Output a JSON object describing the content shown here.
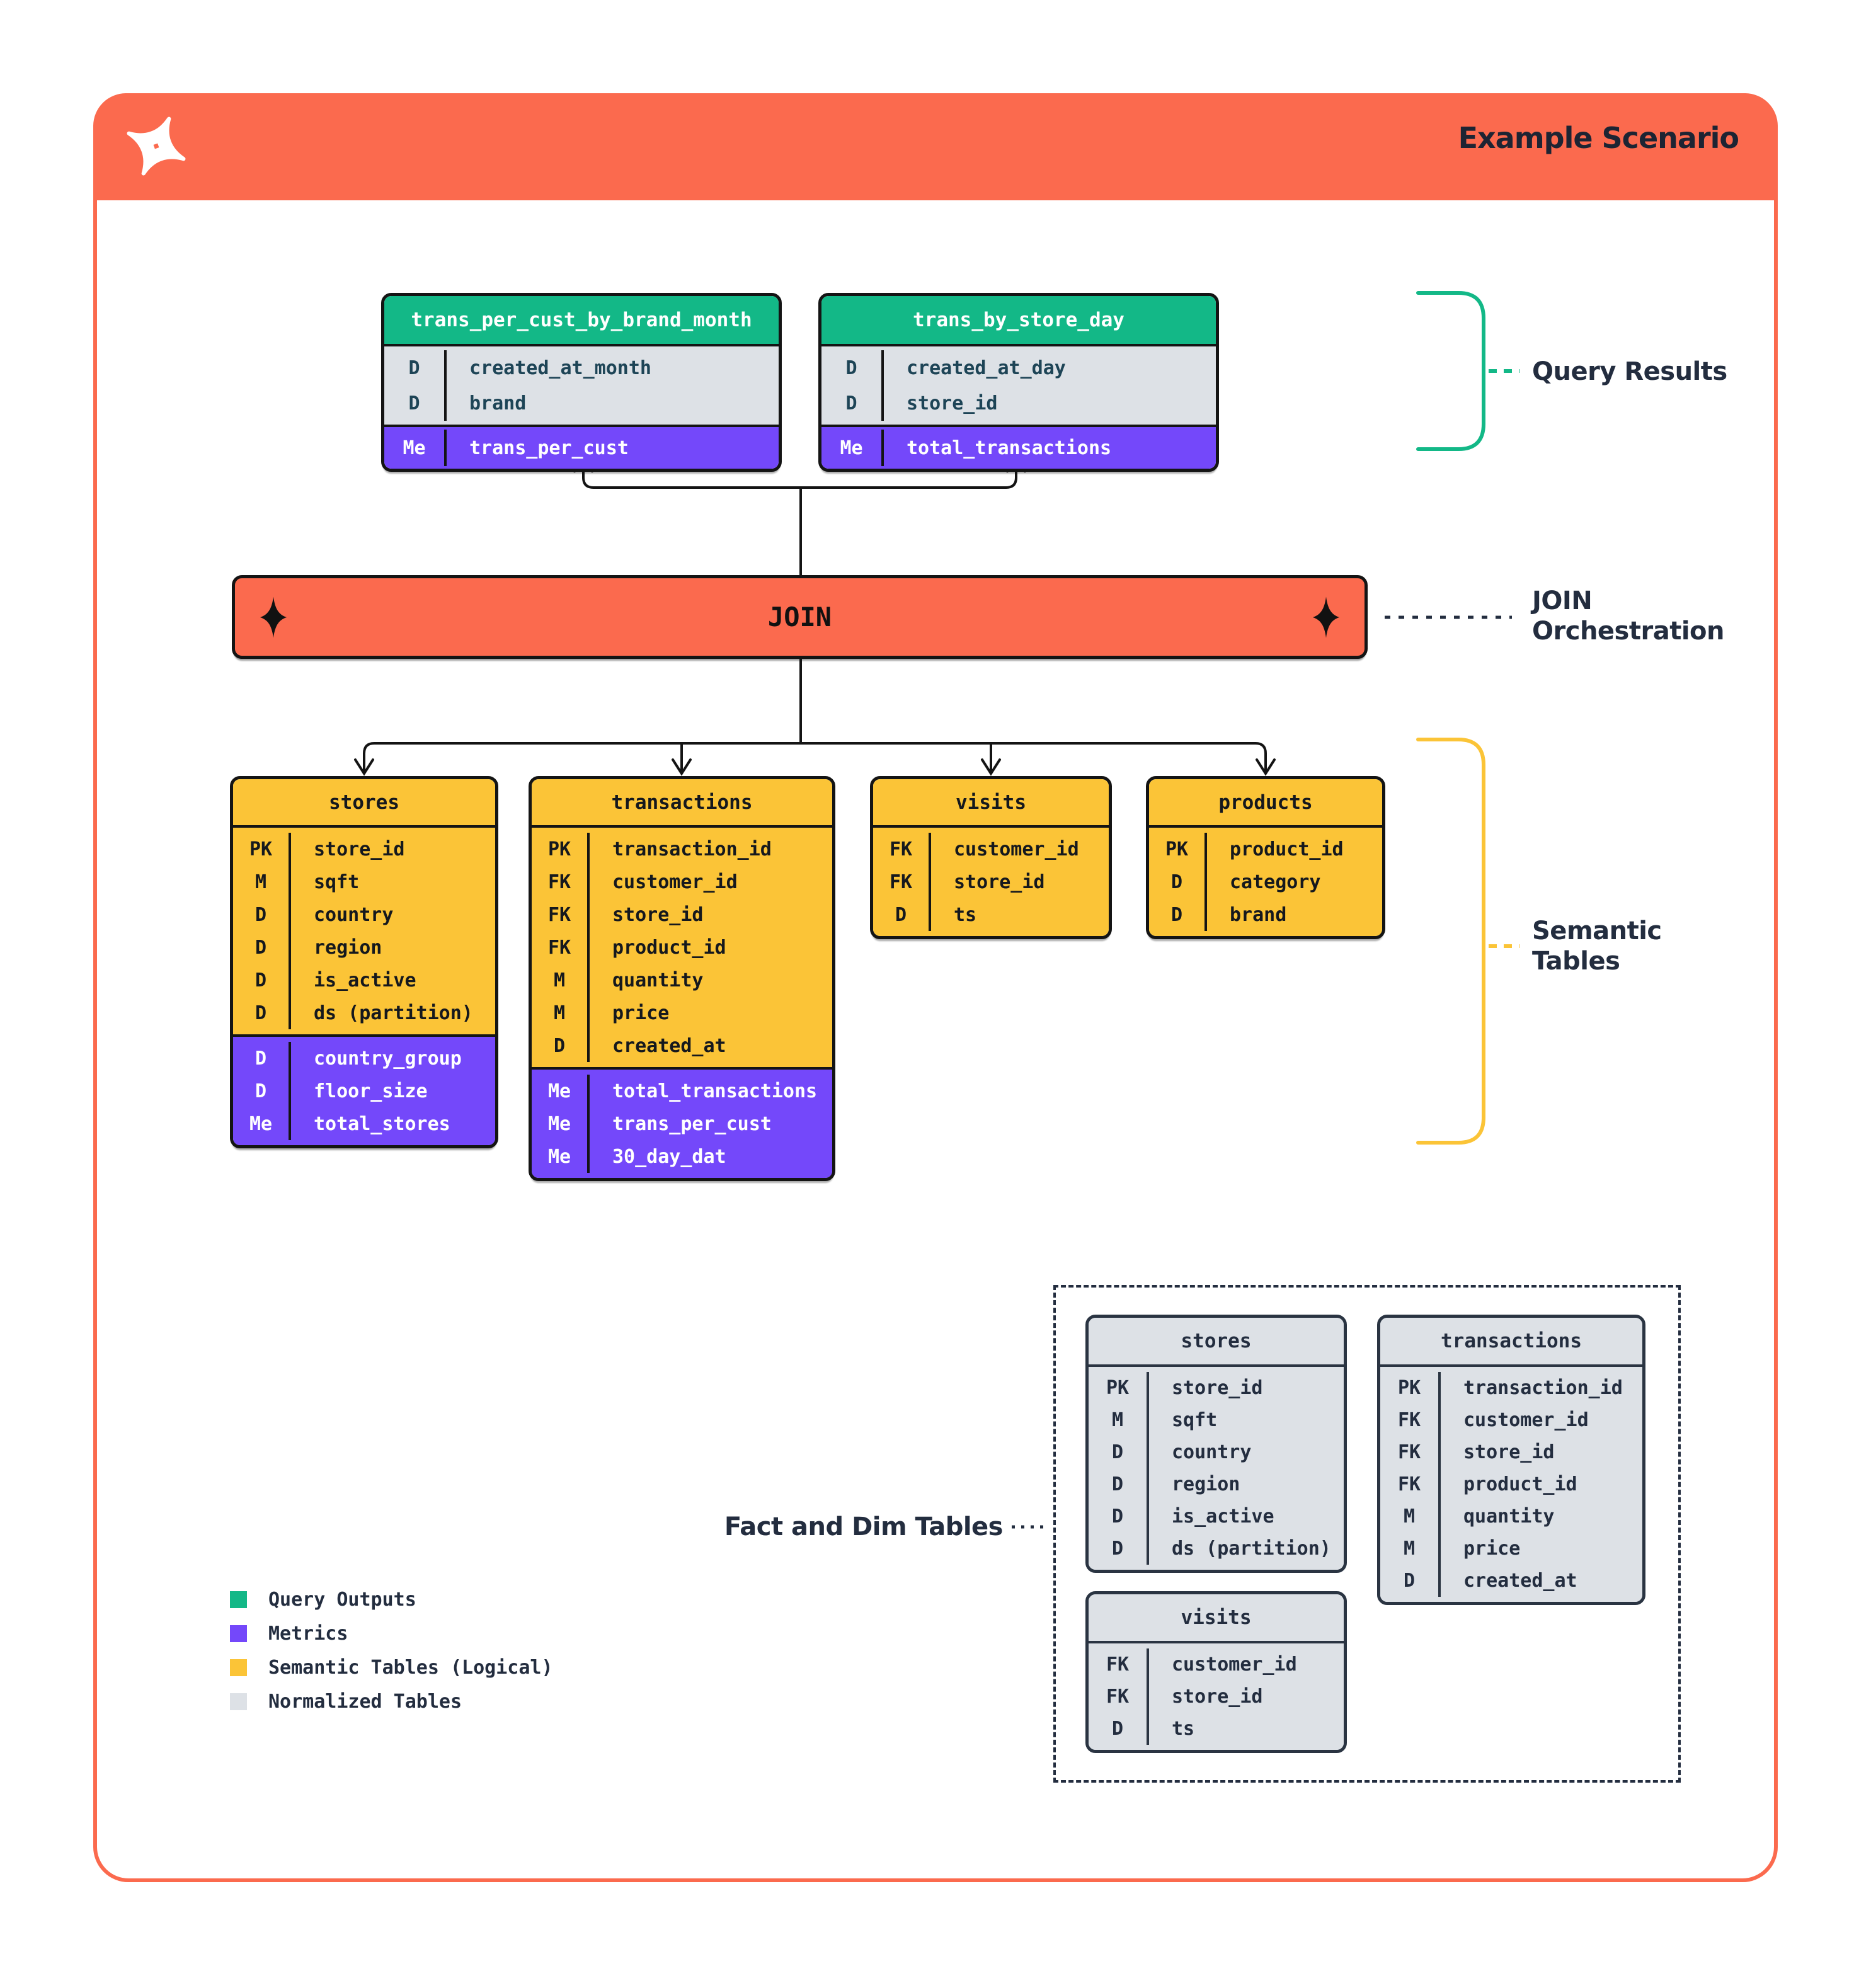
{
  "colors": {
    "orange": "#FB6A4E",
    "green": "#13B887",
    "purple": "#7448FA",
    "yellow": "#FBC437",
    "gray": "#DDE1E6",
    "ink": "#141414",
    "navy": "#232D3F",
    "teal": "#1D4456"
  },
  "header": {
    "title": "Example Scenario"
  },
  "join": {
    "label": "JOIN"
  },
  "annotations": {
    "query_results": "Query Results",
    "join_orchestration_line1": "JOIN",
    "join_orchestration_line2": "Orchestration",
    "semantic_tables_line1": "Semantic",
    "semantic_tables_line2": "Tables",
    "fact_and_dim": "Fact and Dim Tables"
  },
  "query_result_tables": [
    {
      "name": "trans_per_cust_by_brand_month",
      "dims": [
        {
          "k": "D",
          "n": "created_at_month"
        },
        {
          "k": "D",
          "n": "brand"
        }
      ],
      "metrics": [
        {
          "k": "Me",
          "n": "trans_per_cust"
        }
      ]
    },
    {
      "name": "trans_by_store_day",
      "dims": [
        {
          "k": "D",
          "n": "created_at_day"
        },
        {
          "k": "D",
          "n": "store_id"
        }
      ],
      "metrics": [
        {
          "k": "Me",
          "n": "total_transactions"
        }
      ]
    }
  ],
  "semantic_tables": [
    {
      "name": "stores",
      "dims": [
        {
          "k": "PK",
          "n": "store_id"
        },
        {
          "k": "M",
          "n": "sqft"
        },
        {
          "k": "D",
          "n": "country"
        },
        {
          "k": "D",
          "n": "region"
        },
        {
          "k": "D",
          "n": "is_active"
        },
        {
          "k": "D",
          "n": "ds (partition)"
        }
      ],
      "metrics": [
        {
          "k": "D",
          "n": "country_group"
        },
        {
          "k": "D",
          "n": "floor_size"
        },
        {
          "k": "Me",
          "n": "total_stores"
        }
      ]
    },
    {
      "name": "transactions",
      "dims": [
        {
          "k": "PK",
          "n": "transaction_id"
        },
        {
          "k": "FK",
          "n": "customer_id"
        },
        {
          "k": "FK",
          "n": "store_id"
        },
        {
          "k": "FK",
          "n": "product_id"
        },
        {
          "k": "M",
          "n": "quantity"
        },
        {
          "k": "M",
          "n": "price"
        },
        {
          "k": "D",
          "n": "created_at"
        }
      ],
      "metrics": [
        {
          "k": "Me",
          "n": "total_transactions"
        },
        {
          "k": "Me",
          "n": "trans_per_cust"
        },
        {
          "k": "Me",
          "n": "30_day_dat"
        }
      ]
    },
    {
      "name": "visits",
      "dims": [
        {
          "k": "FK",
          "n": "customer_id"
        },
        {
          "k": "FK",
          "n": "store_id"
        },
        {
          "k": "D",
          "n": "ts"
        }
      ],
      "metrics": []
    },
    {
      "name": "products",
      "dims": [
        {
          "k": "PK",
          "n": "product_id"
        },
        {
          "k": "D",
          "n": "category"
        },
        {
          "k": "D",
          "n": "brand"
        }
      ],
      "metrics": []
    }
  ],
  "normalized_tables": [
    {
      "name": "stores",
      "dims": [
        {
          "k": "PK",
          "n": "store_id"
        },
        {
          "k": "M",
          "n": "sqft"
        },
        {
          "k": "D",
          "n": "country"
        },
        {
          "k": "D",
          "n": "region"
        },
        {
          "k": "D",
          "n": "is_active"
        },
        {
          "k": "D",
          "n": "ds (partition)"
        }
      ],
      "metrics": []
    },
    {
      "name": "transactions",
      "dims": [
        {
          "k": "PK",
          "n": "transaction_id"
        },
        {
          "k": "FK",
          "n": "customer_id"
        },
        {
          "k": "FK",
          "n": "store_id"
        },
        {
          "k": "FK",
          "n": "product_id"
        },
        {
          "k": "M",
          "n": "quantity"
        },
        {
          "k": "M",
          "n": "price"
        },
        {
          "k": "D",
          "n": "created_at"
        }
      ],
      "metrics": []
    },
    {
      "name": "visits",
      "dims": [
        {
          "k": "FK",
          "n": "customer_id"
        },
        {
          "k": "FK",
          "n": "store_id"
        },
        {
          "k": "D",
          "n": "ts"
        }
      ],
      "metrics": []
    }
  ],
  "legend": {
    "items": [
      {
        "label": "Query Outputs",
        "swatch": "green"
      },
      {
        "label": "Metrics",
        "swatch": "purple"
      },
      {
        "label": "Semantic Tables (Logical)",
        "swatch": "yellow"
      },
      {
        "label": "Normalized Tables",
        "swatch": "gray"
      }
    ]
  }
}
